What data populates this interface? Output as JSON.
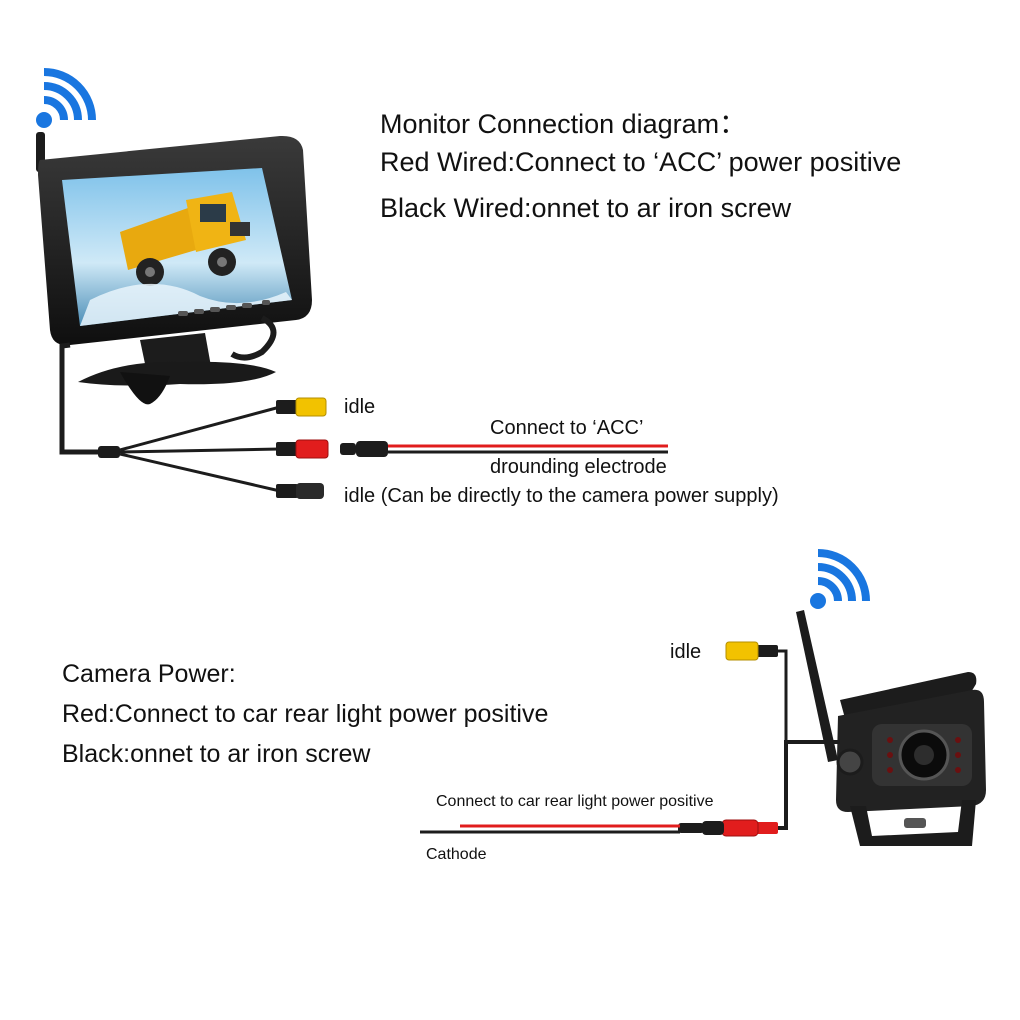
{
  "monitor_notes": {
    "title": "Monitor Connection diagram：",
    "red": "Red Wired:Connect to ‘ACC’ power positive",
    "black": "Black Wired:onnet to ar iron screw"
  },
  "monitor_wires": {
    "yellow_label": "idle",
    "acc_label": "Connect to ‘ACC’",
    "ground_label": "drounding electrode",
    "black_label": "idle (Can be directly to the camera power supply)"
  },
  "camera_notes": {
    "title": "Camera Power:",
    "red": "Red:Connect to car rear light power positive",
    "black": "Black:onnet to ar iron screw"
  },
  "camera_wires": {
    "yellow_label": "idle",
    "positive_label": "Connect to car rear light power positive",
    "cathode_label": "Cathode"
  },
  "colors": {
    "wire_red": "#e11d1d",
    "plug_yellow": "#f2c200",
    "wireless_blue": "#1976e0",
    "device_black": "#1c1c1c"
  }
}
